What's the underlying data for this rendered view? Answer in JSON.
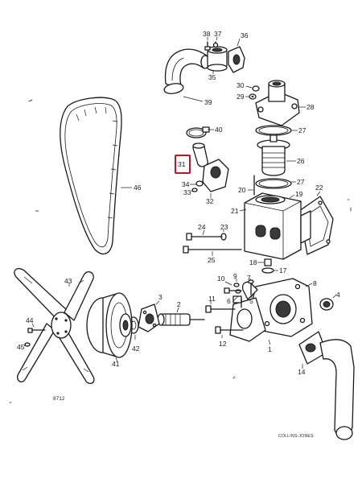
{
  "callouts": {
    "c1": "1",
    "c2": "2",
    "c3": "3",
    "c4": "4",
    "c5": "5",
    "c6": "6",
    "c7": "7",
    "c8": "8",
    "c9": "9",
    "c10": "10",
    "c11": "11",
    "c12": "12",
    "c14": "14",
    "c17": "17",
    "c18": "18",
    "c19": "19",
    "c20": "20",
    "c21": "21",
    "c22": "22",
    "c23": "23",
    "c24": "24",
    "c25": "25",
    "c26": "26",
    "c27a": "27",
    "c27b": "27",
    "c28": "28",
    "c29": "29",
    "c30": "30",
    "c31": "31",
    "c32": "32",
    "c33": "33",
    "c34": "34",
    "c35": "35",
    "c36": "36",
    "c37": "37",
    "c38": "38",
    "c39": "39",
    "c40": "40",
    "c41": "41",
    "c42": "42",
    "c43": "43",
    "c44": "44",
    "c45": "45",
    "c46": "46"
  },
  "drawing_code": "8712",
  "credit": "COLLINS-JONES",
  "highlight_color": "#d0101c"
}
